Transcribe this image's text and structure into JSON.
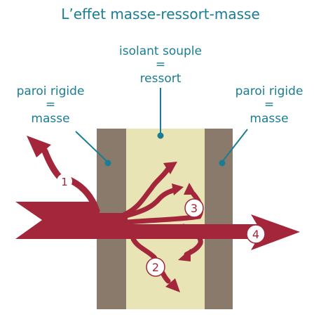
{
  "title": "L’effet masse-ressort-masse",
  "labels": {
    "center": {
      "line1": "isolant souple",
      "line2": "=",
      "line3": "ressort"
    },
    "left": {
      "line1": "paroi rigide",
      "line2": "=",
      "line3": "masse"
    },
    "right": {
      "line1": "paroi rigide",
      "line2": "=",
      "line3": "masse"
    }
  },
  "markers": {
    "m1": "1",
    "m2": "2",
    "m3": "3",
    "m4": "4"
  },
  "colors": {
    "text": "#1a7d93",
    "wall": "#8a7a6b",
    "insulation": "#e8e4b6",
    "arrow": "#a3263a",
    "badge_fill": "#ffffff"
  }
}
